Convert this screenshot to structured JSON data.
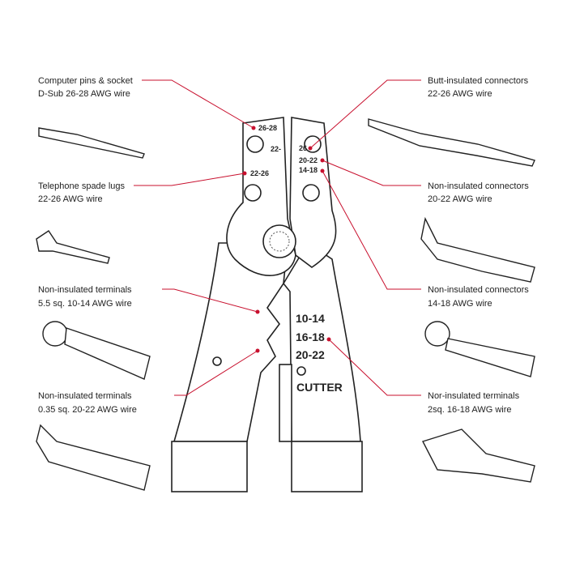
{
  "left_labels": [
    {
      "line1": "Computer pins & socket",
      "line2": "D-Sub 26-28 AWG wire"
    },
    {
      "line1": "Telephone spade lugs",
      "line2": "22-26 AWG wire"
    },
    {
      "line1": "Non-insulated terminals",
      "line2": "5.5 sq. 10-14 AWG wire"
    },
    {
      "line1": "Non-insulated terminals",
      "line2": "0.35 sq. 20-22 AWG wire"
    }
  ],
  "right_labels": [
    {
      "line1": "Butt-insulated connectors",
      "line2": "22-26 AWG wire"
    },
    {
      "line1": "Non-insulated connectors",
      "line2": "20-22 AWG wire"
    },
    {
      "line1": "Non-insulated connectors",
      "line2": "14-18 AWG wire"
    },
    {
      "line1": "Nor-insulated terminals",
      "line2": "2sq. 16-18 AWG wire"
    }
  ],
  "die_labels": {
    "d1": "26-28",
    "d2": "22-",
    "d3": "26",
    "d4": "20-22",
    "d5": "22-26",
    "d6": "14-18"
  },
  "jaw_labels": {
    "j1": "10-14",
    "j2": "16-18",
    "j3": "20-22",
    "cutter": "CUTTER"
  },
  "accent_color": "#c8102e"
}
